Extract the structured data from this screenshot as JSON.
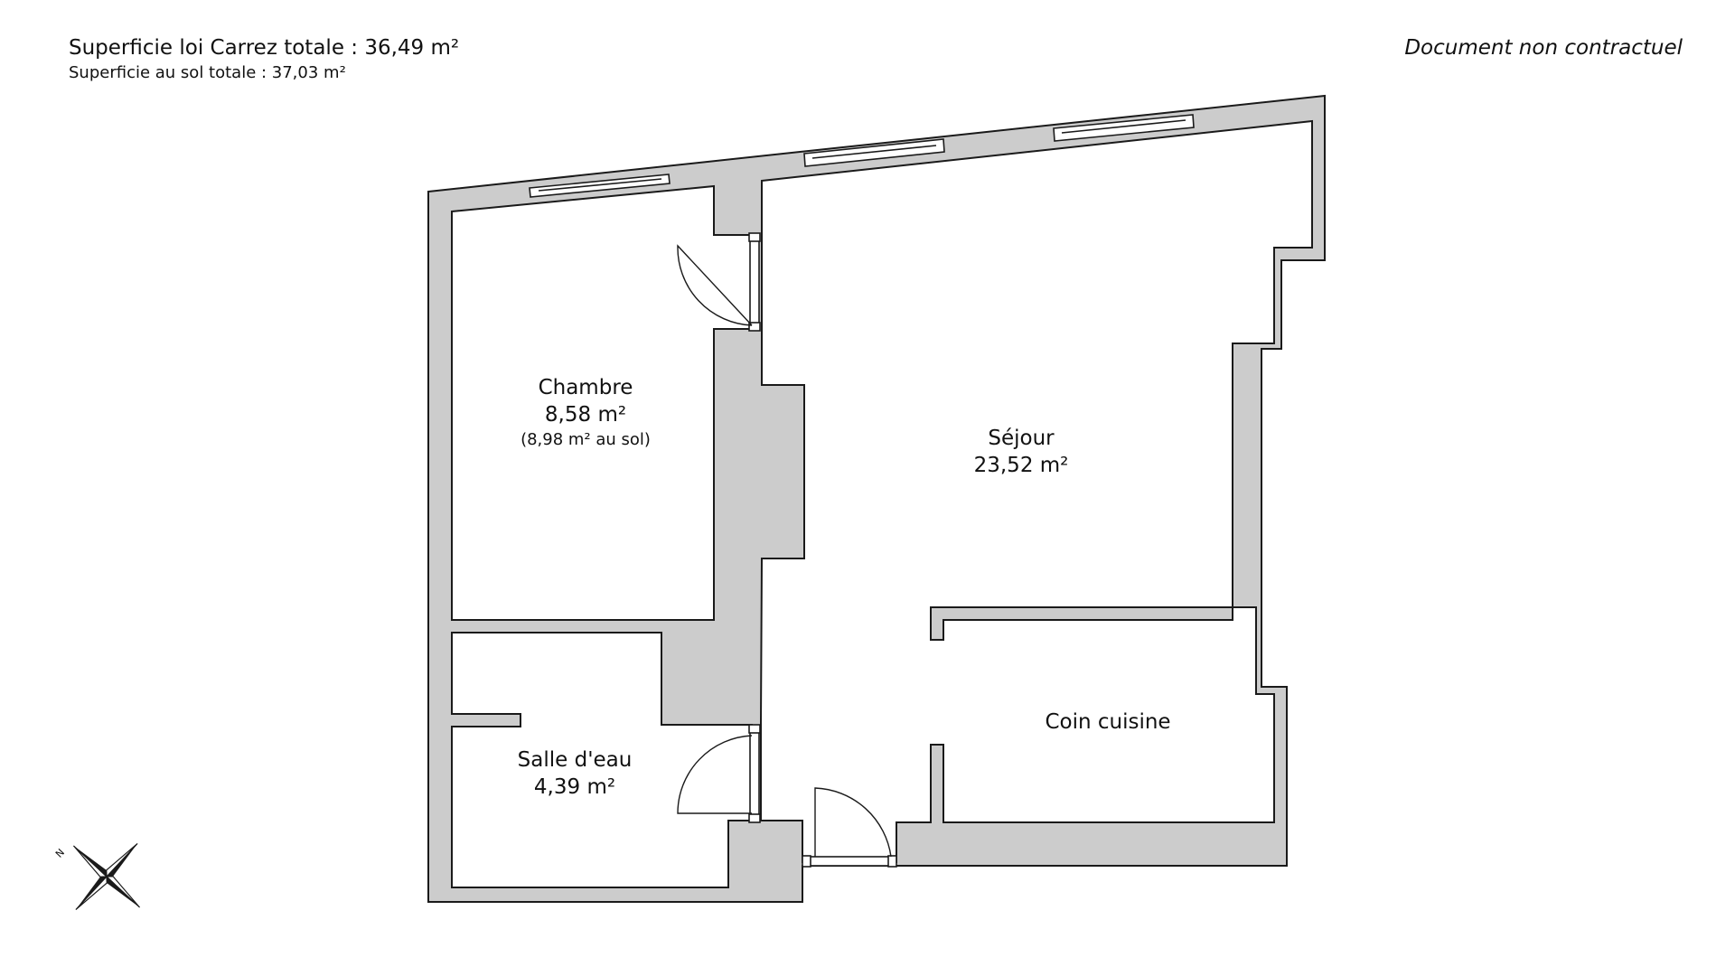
{
  "header": {
    "total_carrez": "Superficie loi Carrez totale : 36,49 m²",
    "total_sol": "Superficie au sol totale : 37,03 m²",
    "disclaimer": "Document non contractuel"
  },
  "rooms": {
    "chambre": {
      "name": "Chambre",
      "area": "8,58 m²",
      "area_sol": "(8,98 m² au sol)"
    },
    "sejour": {
      "name": "Séjour",
      "area": "23,52 m²"
    },
    "coin_cuisine": {
      "name": "Coin cuisine"
    },
    "salle_eau": {
      "name": "Salle d'eau",
      "area": "4,39 m²"
    }
  },
  "compass": {
    "north_letter": "N"
  },
  "colors": {
    "wall": "#cccccc",
    "line": "#1a1a1a",
    "background": "#ffffff"
  }
}
